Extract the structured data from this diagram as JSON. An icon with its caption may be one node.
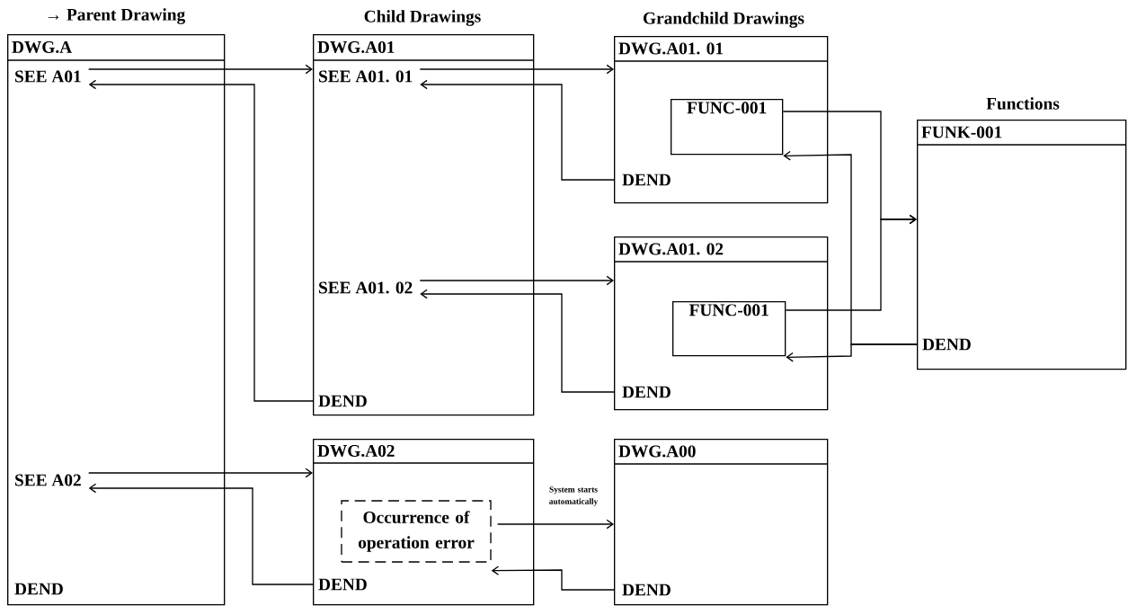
{
  "diagram": {
    "nodes": [
      {
        "text": [
          "→ Parent Drawing",
          "DWG.A"
        ]
      },
      {
        "text": [
          "SEE A01"
        ],
        "in": 0
      },
      {
        "text": [
          "SEE A02"
        ],
        "in": 0
      },
      {
        "text": [
          "DEND"
        ],
        "in": 0
      },
      {
        "text": [
          "Child Drawings",
          "DWG.A01"
        ]
      },
      {
        "text": [
          "SEE A01. 01"
        ],
        "in": 4
      },
      {
        "text": [
          "SEE A01. 02"
        ],
        "in": 4
      },
      {
        "text": [
          "DEND"
        ],
        "in": 4
      },
      {
        "text": [
          "DWG.A02"
        ]
      },
      {
        "text": [
          "Occurrence of operation error"
        ],
        "in": 8
      },
      {
        "text": [
          "DEND"
        ],
        "in": 8
      },
      {
        "text": [
          "Grandchild Drawings",
          "DWG.A01. 01"
        ]
      },
      {
        "text": [
          "FUNC-001"
        ],
        "in": 11
      },
      {
        "text": [
          "DEND"
        ],
        "in": 11
      },
      {
        "text": [
          "DWG.A01. 02"
        ]
      },
      {
        "text": [
          "FUNC-001"
        ],
        "in": 14
      },
      {
        "text": [
          "DEND"
        ],
        "in": 14
      },
      {
        "text": [
          "DWG.A00"
        ]
      },
      {
        "text": [
          "DEND"
        ],
        "in": 17
      },
      {
        "text": [
          "Functions",
          "FUNK-001"
        ]
      },
      {
        "text": [
          "DEND"
        ],
        "in": 19
      }
    ],
    "edges": [
      {
        "from": 1,
        "to": 4,
        "arrow": "to"
      },
      {
        "from": 7,
        "to": 1,
        "arrow": "to"
      },
      {
        "from": 5,
        "to": 11,
        "arrow": "to"
      },
      {
        "from": 13,
        "to": 5,
        "arrow": "to"
      },
      {
        "from": 6,
        "to": 14,
        "arrow": "to"
      },
      {
        "from": 16,
        "to": 6,
        "arrow": "to"
      },
      {
        "from": 2,
        "to": 8,
        "arrow": "to"
      },
      {
        "from": 10,
        "to": 2,
        "arrow": "to"
      },
      {
        "from": 12,
        "to": 19,
        "arrow": "to"
      },
      {
        "from": 15,
        "to": 19,
        "arrow": "to"
      },
      {
        "from": 20,
        "to": 12,
        "arrow": "to"
      },
      {
        "from": 20,
        "to": 15,
        "arrow": "to"
      },
      {
        "from": 9,
        "to": 17,
        "arrow": "to",
        "label": "System starts automatically"
      },
      {
        "from": 18,
        "to": 9,
        "arrow": "to"
      }
    ]
  }
}
